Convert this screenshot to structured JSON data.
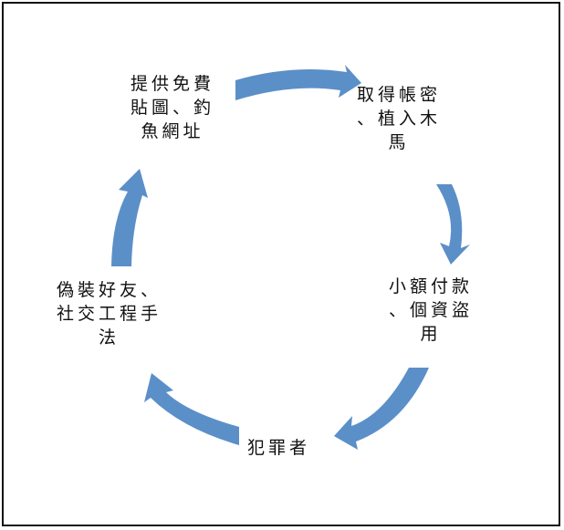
{
  "diagram": {
    "type": "cycle",
    "accent_color": "#5b8fc8",
    "nodes": [
      {
        "id": "top-left",
        "lines": [
          "提供免費",
          "貼圖、釣",
          "魚網址"
        ]
      },
      {
        "id": "top-right",
        "lines": [
          "取得帳密",
          "、植入木",
          "馬"
        ]
      },
      {
        "id": "right",
        "lines": [
          "小額付款",
          "、個資盜",
          "用"
        ]
      },
      {
        "id": "bottom",
        "lines": [
          "犯罪者"
        ]
      },
      {
        "id": "left",
        "lines": [
          "偽裝好友、",
          "社交工程手",
          "法"
        ]
      }
    ]
  }
}
